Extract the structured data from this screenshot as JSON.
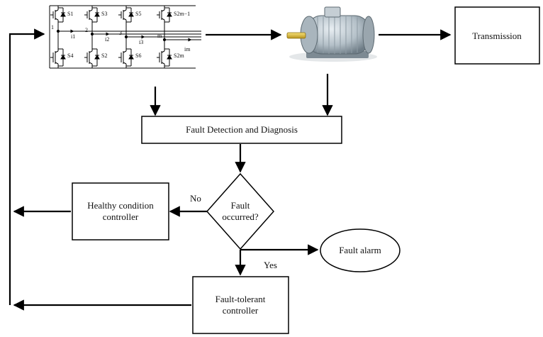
{
  "nodes": {
    "transmission": "Transmission",
    "fault_detection": "Fault Detection and Diagnosis",
    "decision": [
      "Fault",
      "occurred?"
    ],
    "healthy_controller": [
      "Healthy condition",
      "controller"
    ],
    "fault_alarm": "Fault alarm",
    "fault_tolerant": [
      "Fault-tolerant",
      "controller"
    ]
  },
  "edges": {
    "no": "No",
    "yes": "Yes"
  },
  "inverter": {
    "top_switches": [
      "S1",
      "S3",
      "S5",
      "S2m−1"
    ],
    "bottom_switches": [
      "S4",
      "S2",
      "S6",
      "S2m"
    ],
    "phase_nodes": [
      "1",
      "2",
      "3",
      "m"
    ],
    "currents": [
      "i1",
      "i2",
      "i3",
      "im"
    ]
  },
  "motor": {
    "icon": "electric-motor-icon"
  }
}
